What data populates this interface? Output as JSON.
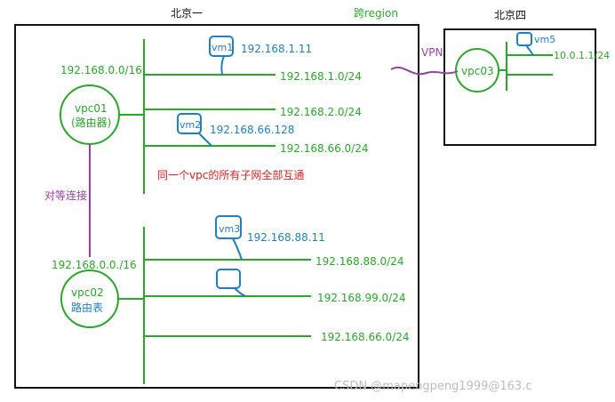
{
  "regions": {
    "beijing1": "北京一",
    "beijing4": "北京四",
    "cross_region": "跨region",
    "vpn": "VPN"
  },
  "vpc01": {
    "cidr": "192.168.0.0/16",
    "name": "vpc01",
    "role": "(路由器)"
  },
  "vpc02": {
    "cidr": "192.168.0.0./16",
    "name": "vpc02",
    "role": "路由表"
  },
  "vpc03": {
    "name": "vpc03"
  },
  "peering": "对等连接",
  "note": "同一个vpc的所有子网全部互通",
  "vpc01_subnets": [
    "192.168.1.0/24",
    "192.168.2.0/24",
    "192.168.66.0/24"
  ],
  "vpc02_subnets": [
    "192.168.88.0/24",
    "192.168.99.0/24",
    "192.168.66.0/24"
  ],
  "vpc03_subnets": [
    "10.0.1.1/24"
  ],
  "vms": {
    "vm1": {
      "name": "vm1",
      "ip": "192.168.1.11"
    },
    "vm2": {
      "name": "vm2",
      "ip": "192.168.66.128"
    },
    "vm3": {
      "name": "vm3",
      "ip": "192.168.88.11"
    },
    "vm5": {
      "name": "vm5"
    }
  },
  "watermark": "CSDN @mapengpeng1999@163.c",
  "colors": {
    "network": "#2aa82a",
    "vm": "#1f7fc4",
    "note": "#e02020",
    "link": "#9b3fa6",
    "border": "#111111"
  }
}
